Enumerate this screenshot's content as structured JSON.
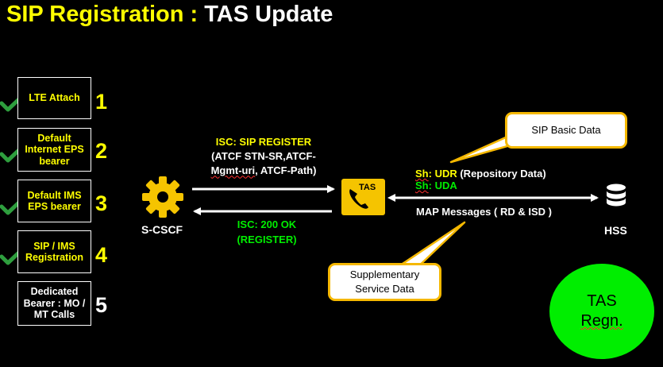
{
  "title": {
    "part1": "SIP Registration : ",
    "part2": "TAS Update"
  },
  "steps": [
    {
      "label": "LTE Attach",
      "number": "1",
      "checked": true
    },
    {
      "label": "Default Internet EPS bearer",
      "number": "2",
      "checked": true
    },
    {
      "label": "Default IMS EPS bearer",
      "number": "3",
      "checked": true
    },
    {
      "label": "SIP / IMS Registration",
      "number": "4",
      "checked": true
    },
    {
      "label": "Dedicated Bearer : MO / MT Calls",
      "number": "5",
      "checked": false
    }
  ],
  "nodes": {
    "scscf": "S-CSCF",
    "tas": "TAS",
    "hss": "HSS"
  },
  "messages": {
    "register_line1": "ISC: SIP REGISTER",
    "register_line2": "(ATCF STN-SR,ATCF-",
    "register_line3a": "Mgmt-uri",
    "register_line3b": ", ATCF-Path)",
    "ok_line1": "ISC: 200 OK",
    "ok_line2": "(REGISTER)",
    "udr_prefix": "Sh",
    "udr_text": ": UDR",
    "udr_suffix": " (Repository Data)",
    "uda_prefix": "Sh",
    "uda_text": ": UDA",
    "map": "MAP Messages ( RD & ISD )"
  },
  "callouts": {
    "sip_basic": "SIP Basic Data",
    "supp_line1": "Supplementary",
    "supp_line2": "Service Data"
  },
  "badge": {
    "line1": "TAS",
    "line2": "Regn."
  },
  "colors": {
    "yellow": "#ffff00",
    "green": "#00ee00",
    "callout_border": "#f5b800",
    "check": "#2e9e3e"
  }
}
